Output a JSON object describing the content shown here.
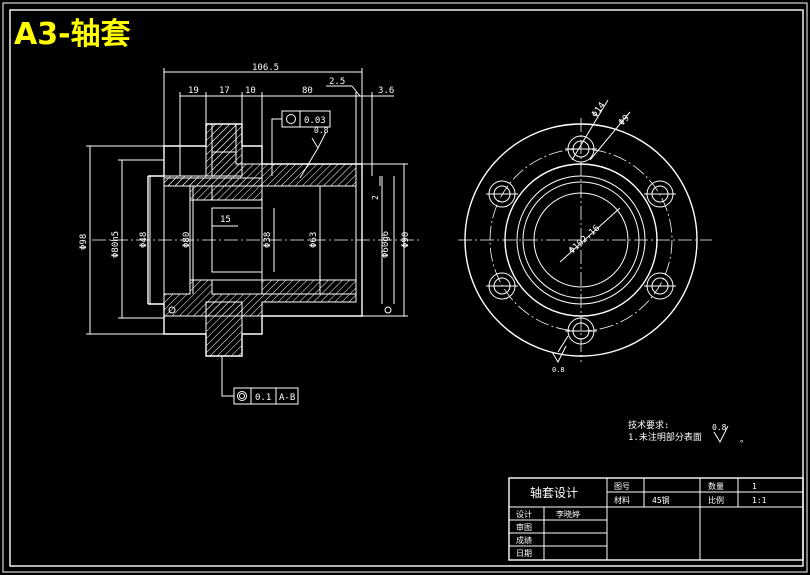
{
  "title": "A3-轴套",
  "dims": {
    "overall_length": "106.5",
    "d19": "19",
    "d17": "17",
    "d10": "10",
    "d80": "80",
    "d2_5": "2.5",
    "d3_6": "3.6",
    "d15": "15",
    "d2": "2",
    "dia_outer": "Φ98",
    "dia_fit": "Φ80h5",
    "dia_48": "Φ48",
    "dia_80b": "Φ80",
    "dia_38": "Φ38",
    "dia_63": "Φ63",
    "dia_bore": "Φ60g6",
    "dia_right": "Φ90",
    "dia_14": "Φ14",
    "dia_9": "Φ9",
    "dia_pcd": "Φ102.16"
  },
  "tolerances": {
    "tol1_value": "0.03",
    "tol2_value": "0.1",
    "tol2_datum": "A-B"
  },
  "roughness": {
    "r1": "0.8",
    "r2": "0.8",
    "r3": "0.8"
  },
  "tech_req": {
    "heading": "技术要求:",
    "item1": "1.未注明部分表面",
    "item1_tail": "。"
  },
  "title_block": {
    "part_name": "轴套设计",
    "drawing_no_label": "图号",
    "quantity_label": "数量",
    "quantity_value": "1",
    "material_label": "材料",
    "material_value": "45钢",
    "scale_label": "比例",
    "scale_value": "1:1",
    "designer_label": "设计",
    "designer_value": "李晓婷",
    "checker_label": "审图",
    "result_label": "成绩",
    "date_label": "日期"
  }
}
